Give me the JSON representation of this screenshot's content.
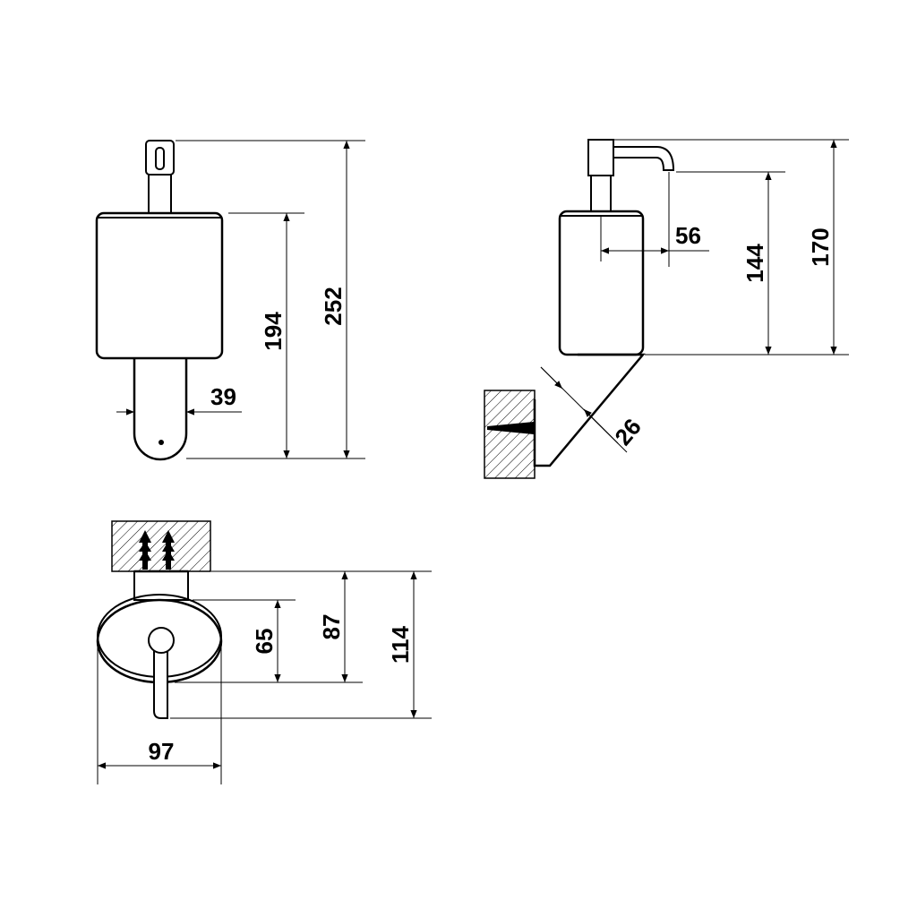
{
  "views": {
    "front": {
      "dimensions": {
        "total_height": "252",
        "body_height": "194",
        "bracket_width": "39"
      }
    },
    "side": {
      "dimensions": {
        "spout_reach": "56",
        "spout_height": "144",
        "total_height": "170",
        "arm_thickness": "26"
      }
    },
    "top": {
      "dimensions": {
        "body_depth": "65",
        "mid_depth": "87",
        "total_depth": "114",
        "body_width": "97"
      }
    }
  },
  "colors": {
    "line": "#000000",
    "background": "#ffffff"
  }
}
